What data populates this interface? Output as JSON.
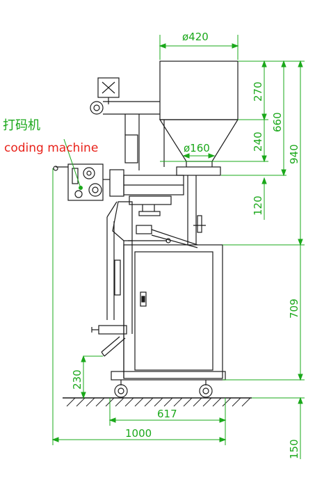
{
  "labels": {
    "chinese": "打码机",
    "english": "coding machine"
  },
  "dimensions": {
    "hopper_top_diameter": "ø420",
    "hopper_outlet_diameter": "ø160",
    "hopper_height": "270",
    "cone_height": "240",
    "hopper_total": "660",
    "machine_top_total": "940",
    "neck_height": "120",
    "cabinet_height": "709",
    "chute_height": "230",
    "wheelbase": "617",
    "overall_width": "1000",
    "base_height": "150"
  },
  "colors": {
    "outline": "#1a1a1a",
    "dimension": "#1aa81a",
    "label_red": "#e8221a",
    "background": "#ffffff"
  }
}
